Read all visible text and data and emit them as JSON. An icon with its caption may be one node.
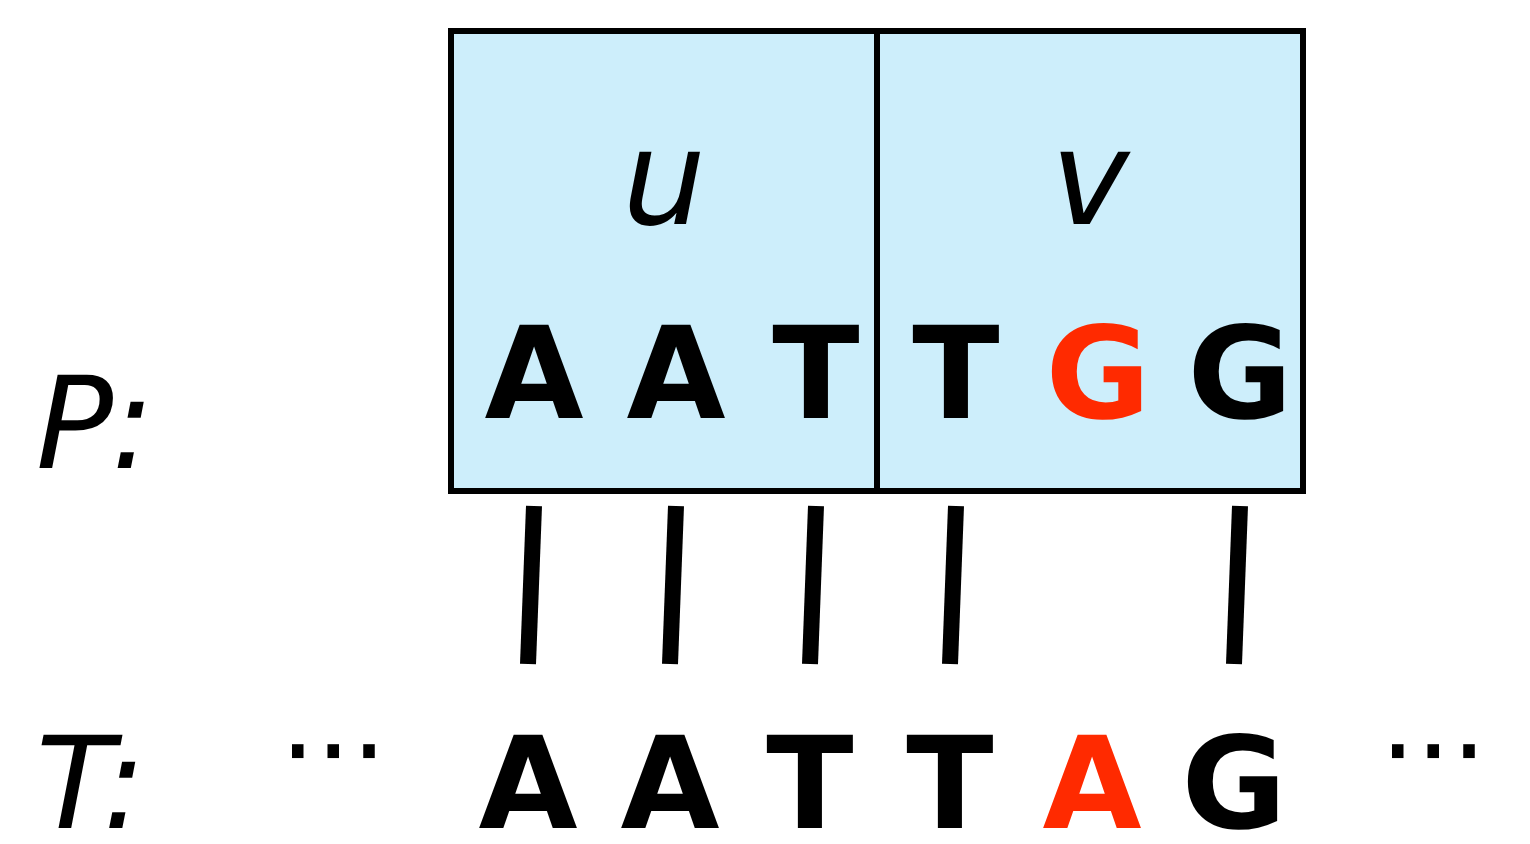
{
  "diagram": {
    "nodes": [
      {
        "text": [
          "u"
        ]
      },
      {
        "text": [
          "A"
        ],
        "in": 0
      },
      {
        "text": [
          "A"
        ],
        "in": 0
      },
      {
        "text": [
          "T"
        ],
        "in": 0
      },
      {
        "text": [
          "v"
        ]
      },
      {
        "text": [
          "T"
        ],
        "in": 4
      },
      {
        "text": [
          "G"
        ],
        "in": 4
      },
      {
        "text": [
          "G"
        ],
        "in": 4
      },
      {
        "text": [
          "A"
        ]
      },
      {
        "text": [
          "A"
        ]
      },
      {
        "text": [
          "T"
        ]
      },
      {
        "text": [
          "T"
        ]
      },
      {
        "text": [
          "A"
        ]
      },
      {
        "text": [
          "G"
        ]
      }
    ],
    "edges": [
      {
        "from": 1,
        "to": 8,
        "arrow": "none"
      },
      {
        "from": 2,
        "to": 9,
        "arrow": "none"
      },
      {
        "from": 3,
        "to": 10,
        "arrow": "none"
      },
      {
        "from": 5,
        "to": 11,
        "arrow": "none"
      },
      {
        "from": 7,
        "to": 13,
        "arrow": "none"
      }
    ],
    "labels": [
      "P:",
      "T:",
      "···",
      "···"
    ]
  }
}
